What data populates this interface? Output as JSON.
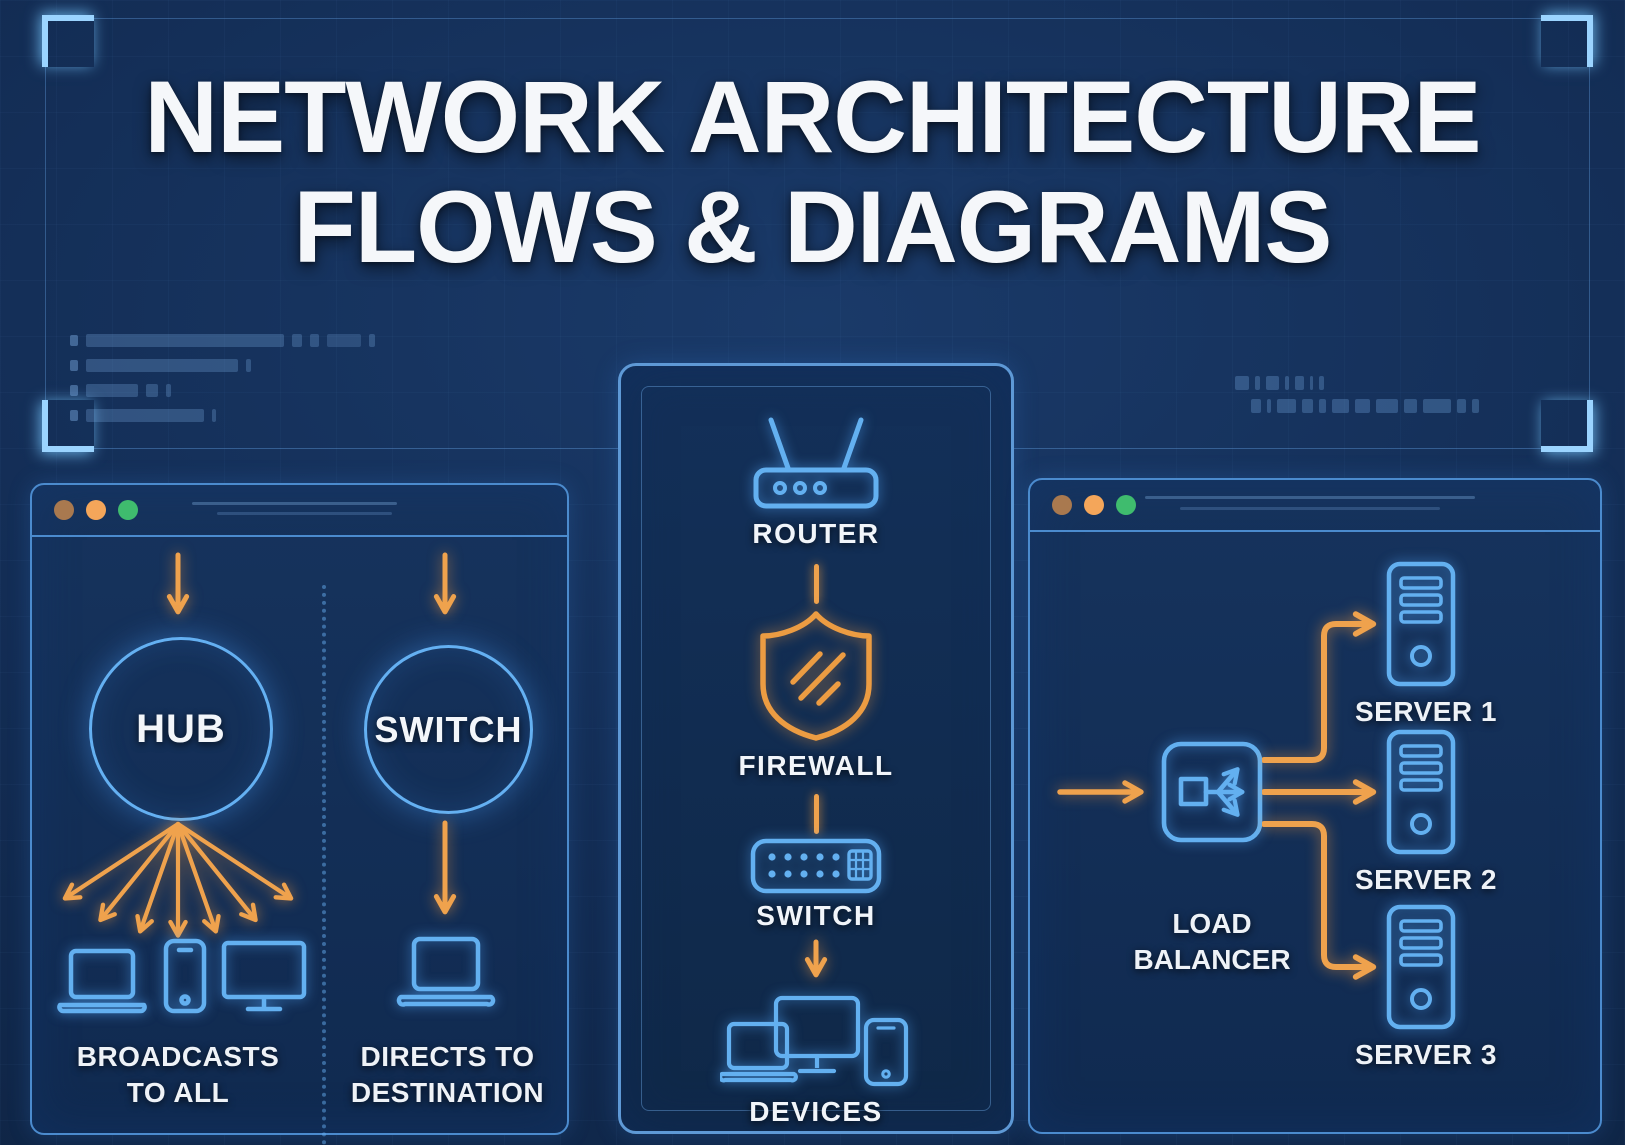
{
  "title": {
    "line1": "NETWORK ARCHITECTURE",
    "line2": "FLOWS & DIAGRAMS"
  },
  "colors": {
    "background": "#132d55",
    "panel_border": "#4b8bce",
    "icon_blue": "#63b0f0",
    "accent_orange": "#efa24d",
    "text": "#f2f5f9",
    "window_dot_left": "#a9794f",
    "window_dot_middle": "#f4a65a",
    "window_dot_right": "#3fbc6e"
  },
  "icons": [
    "router-icon",
    "firewall-shield-icon",
    "network-switch-icon",
    "devices-group-icon",
    "laptop-icon",
    "smartphone-icon",
    "monitor-icon",
    "server-icon",
    "load-balancer-icon",
    "arrow-down-icon",
    "broadcast-fan-arrows-icon",
    "flow-arrow-icon",
    "window-control-dots"
  ],
  "left_window": {
    "hub": {
      "label": "HUB",
      "caption_line1": "BROADCASTS",
      "caption_line2": "TO ALL"
    },
    "switch": {
      "label": "SWITCH",
      "caption_line1": "DIRECTS TO",
      "caption_line2": "DESTINATION"
    }
  },
  "center_panel": {
    "router_label": "ROUTER",
    "firewall_label": "FIREWALL",
    "switch_label": "SWITCH",
    "devices_label": "DEVICES"
  },
  "right_window": {
    "load_balancer_line1": "LOAD",
    "load_balancer_line2": "BALANCER",
    "servers": [
      {
        "label": "SERVER 1"
      },
      {
        "label": "SERVER 2"
      },
      {
        "label": "SERVER 3"
      }
    ]
  }
}
